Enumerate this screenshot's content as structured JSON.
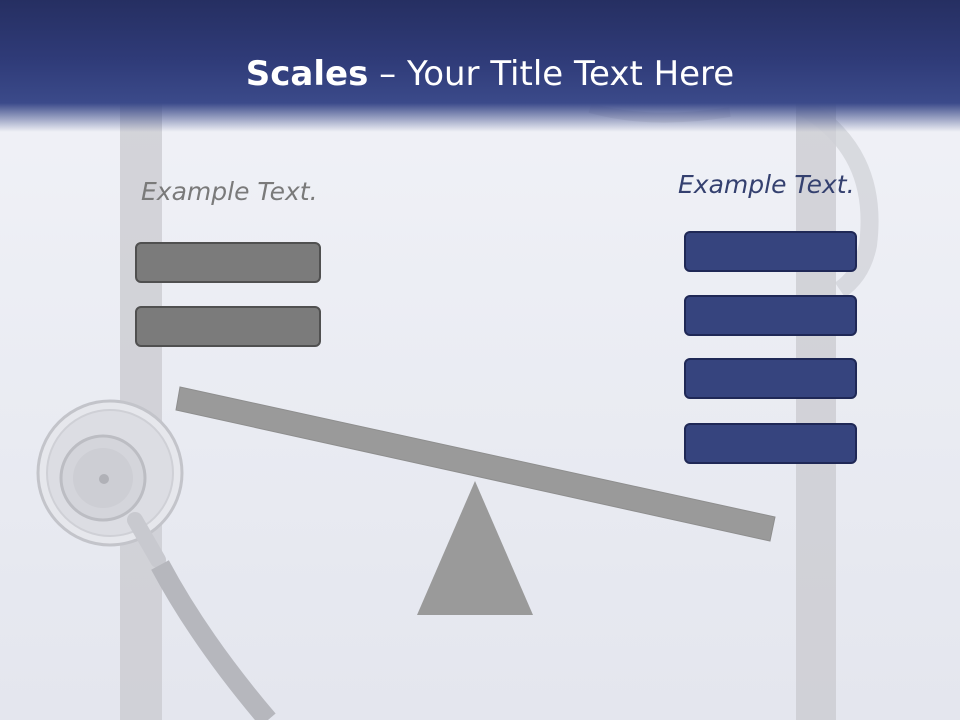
{
  "title": {
    "bold": "Scales",
    "rest": " – Your Title Text Here"
  },
  "left": {
    "label": "Example Text.",
    "box_count": 2
  },
  "right": {
    "label": "Example Text.",
    "box_count": 4
  },
  "colors": {
    "header": "#2f3b78",
    "left_box": "#7b7b7b",
    "right_box": "#36447e",
    "beam": "#9a9a9a",
    "fulcrum": "#9a9a9a"
  },
  "icons": {
    "background": "stethoscope-icon"
  }
}
